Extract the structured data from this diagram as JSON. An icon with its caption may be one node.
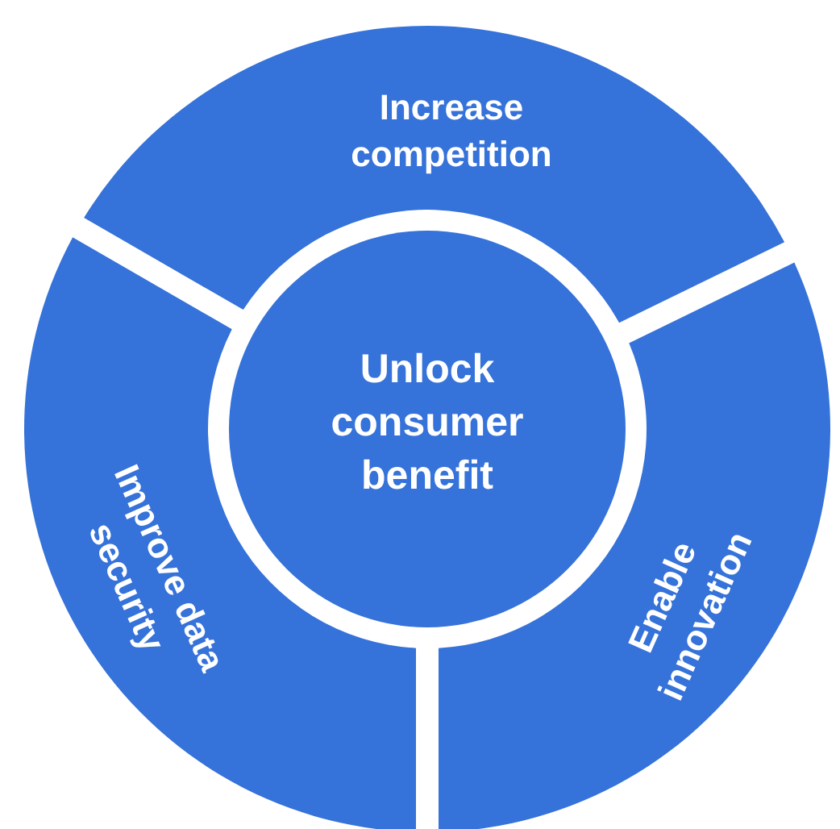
{
  "diagram": {
    "nodes": [
      {
        "text": [
          "Increase competition"
        ]
      },
      {
        "text": [
          "Improve data security"
        ]
      },
      {
        "text": [
          "Unlock consumer benefit"
        ]
      },
      {
        "text": [
          "Enable innovation"
        ]
      }
    ]
  }
}
